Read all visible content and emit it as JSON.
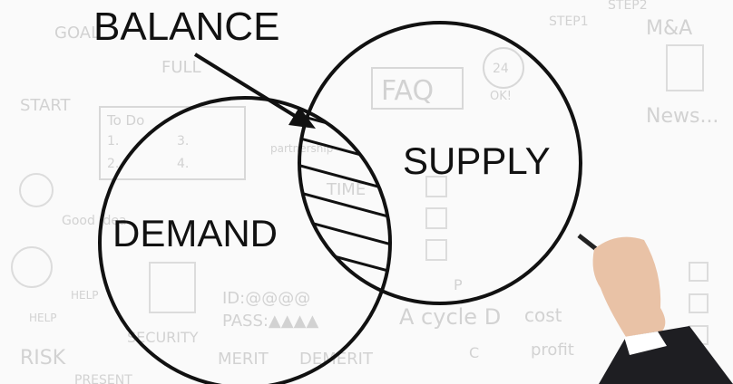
{
  "diagram": {
    "balance_label": "BALANCE",
    "demand_label": "DEMAND",
    "supply_label": "SUPPLY"
  },
  "background_doodles": {
    "goal": "GOAL",
    "start": "START",
    "full": "FULL",
    "todo": "To Do",
    "todo_1": "1.",
    "todo_2": "2.",
    "todo_3": "3.",
    "todo_4": "4.",
    "faq": "FAQ",
    "hours": "24",
    "ok": "OK!",
    "step1": "STEP1",
    "step2": "STEP2",
    "ma": "M&A",
    "news": "News...",
    "partnership": "partnership",
    "time": "TIME",
    "good_idea": "Good Idea",
    "id": "ID:@@@@",
    "pass": "PASS:▲▲▲▲",
    "security": "SECURITY",
    "help1": "HELP",
    "help2": "HELP",
    "risk": "RISK",
    "present": "PRESENT",
    "merit": "MERIT",
    "demerit": "DEMERIT",
    "cycle": "A cycle D",
    "cost": "cost",
    "profit": "profit",
    "c": "C",
    "p": "P"
  },
  "colors": {
    "ink": "#111111",
    "doodle": "#d2d2d2",
    "background": "#fafafa"
  }
}
